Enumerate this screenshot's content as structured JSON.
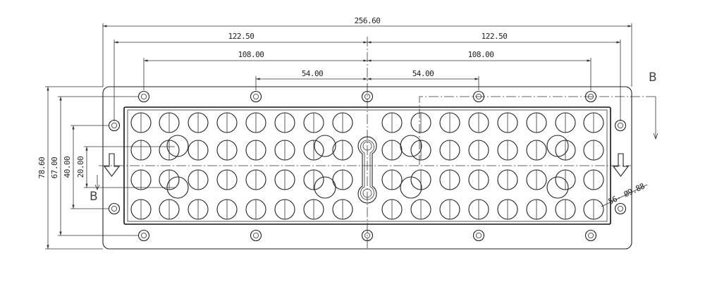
{
  "dimensions": {
    "overall_width": "256.60",
    "half_span_left": "122.50",
    "half_span_right": "122.50",
    "bolt_span_left": "108.00",
    "bolt_span_right": "108.00",
    "bolt_pitch_left": "54.00",
    "bolt_pitch_right": "54.00",
    "overall_height": "78.60",
    "frame_height": "67.00",
    "row_span_outer": "40.00",
    "row_span_inner": "20.00",
    "hole_callout": "56- Ø9.88"
  },
  "section_marks": {
    "right": "B",
    "left": "B"
  }
}
